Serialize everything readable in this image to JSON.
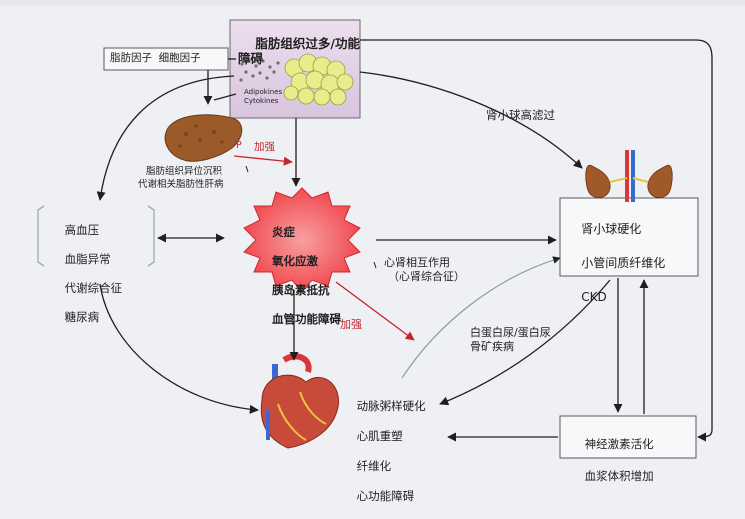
{
  "colors": {
    "arrow": "#1f1f1f",
    "red_arrow": "#c0282f",
    "inflammation_fill": "#e8323a",
    "inflammation_core": "#f06060",
    "enhance_text": "#c0282f",
    "box_border": "#5a5a5a",
    "background": "#eef0f3"
  },
  "adipose": {
    "title": "脂肪组织过多/功能障碍",
    "title_line1": "脂肪组织过多/功能",
    "title_line2": "障碍",
    "adipokines": "Adipokines",
    "cytokines": "Cytokines"
  },
  "factors": {
    "label": "脂肪因子  细胞因子"
  },
  "liver": {
    "caption_line1": "脂肪组织异位沉积",
    "caption_line2": "代谢相关脂肪性肝病",
    "p_mark": "P",
    "enhance": "加强"
  },
  "metabolic": {
    "items": [
      "高血压",
      "血脂异常",
      "代谢综合征",
      "糖尿病"
    ]
  },
  "inflammation": {
    "items": [
      "炎症",
      "氧化应激",
      "胰岛素抵抗",
      "血管功能障碍"
    ]
  },
  "glomerular": {
    "label": "肾小球高滤过"
  },
  "kidney": {
    "items": [
      "肾小球硬化",
      "小管间质纤维化",
      "CKD"
    ]
  },
  "cardiorenal": {
    "line1": "心肾相互作用",
    "line2": "（心肾综合征）"
  },
  "proteinuria": {
    "line1": "白蛋白尿/蛋白尿",
    "line2": "骨矿疾病"
  },
  "enhance2": "加强",
  "heart": {
    "items": [
      "动脉粥样硬化",
      "心肌重塑",
      "纤维化",
      "心功能障碍"
    ]
  },
  "neuro": {
    "items": [
      "神经激素活化",
      "血浆体积增加"
    ]
  }
}
